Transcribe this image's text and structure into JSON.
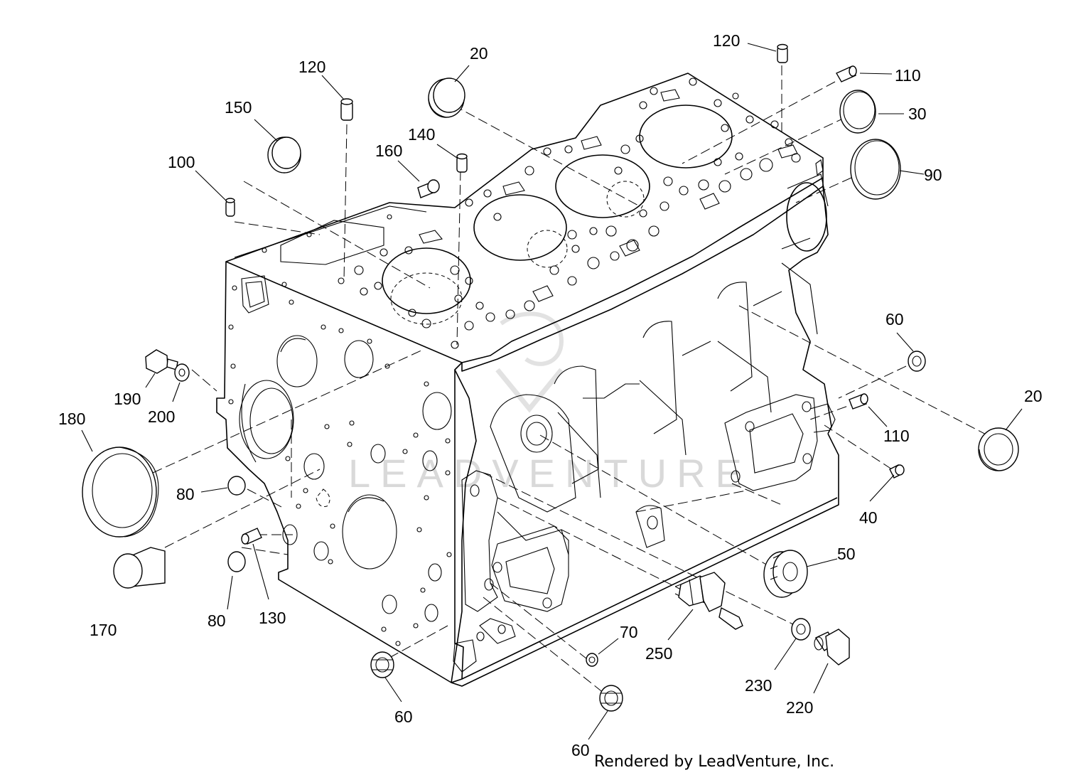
{
  "callouts": {
    "c120a": "120",
    "c120b": "120",
    "c20a": "20",
    "c20b": "20",
    "c110a": "110",
    "c110b": "110",
    "c30": "30",
    "c90": "90",
    "c150": "150",
    "c100": "100",
    "c160": "160",
    "c140": "140",
    "c60a": "60",
    "c60b": "60",
    "c60c": "60",
    "c190": "190",
    "c200": "200",
    "c180": "180",
    "c80a": "80",
    "c80b": "80",
    "c170": "170",
    "c130": "130",
    "c40": "40",
    "c50": "50",
    "c70": "70",
    "c250": "250",
    "c230": "230",
    "c220": "220"
  },
  "footer": {
    "credit": "Rendered by LeadVenture, Inc."
  },
  "watermark": {
    "text": "LEADVENTURE"
  }
}
